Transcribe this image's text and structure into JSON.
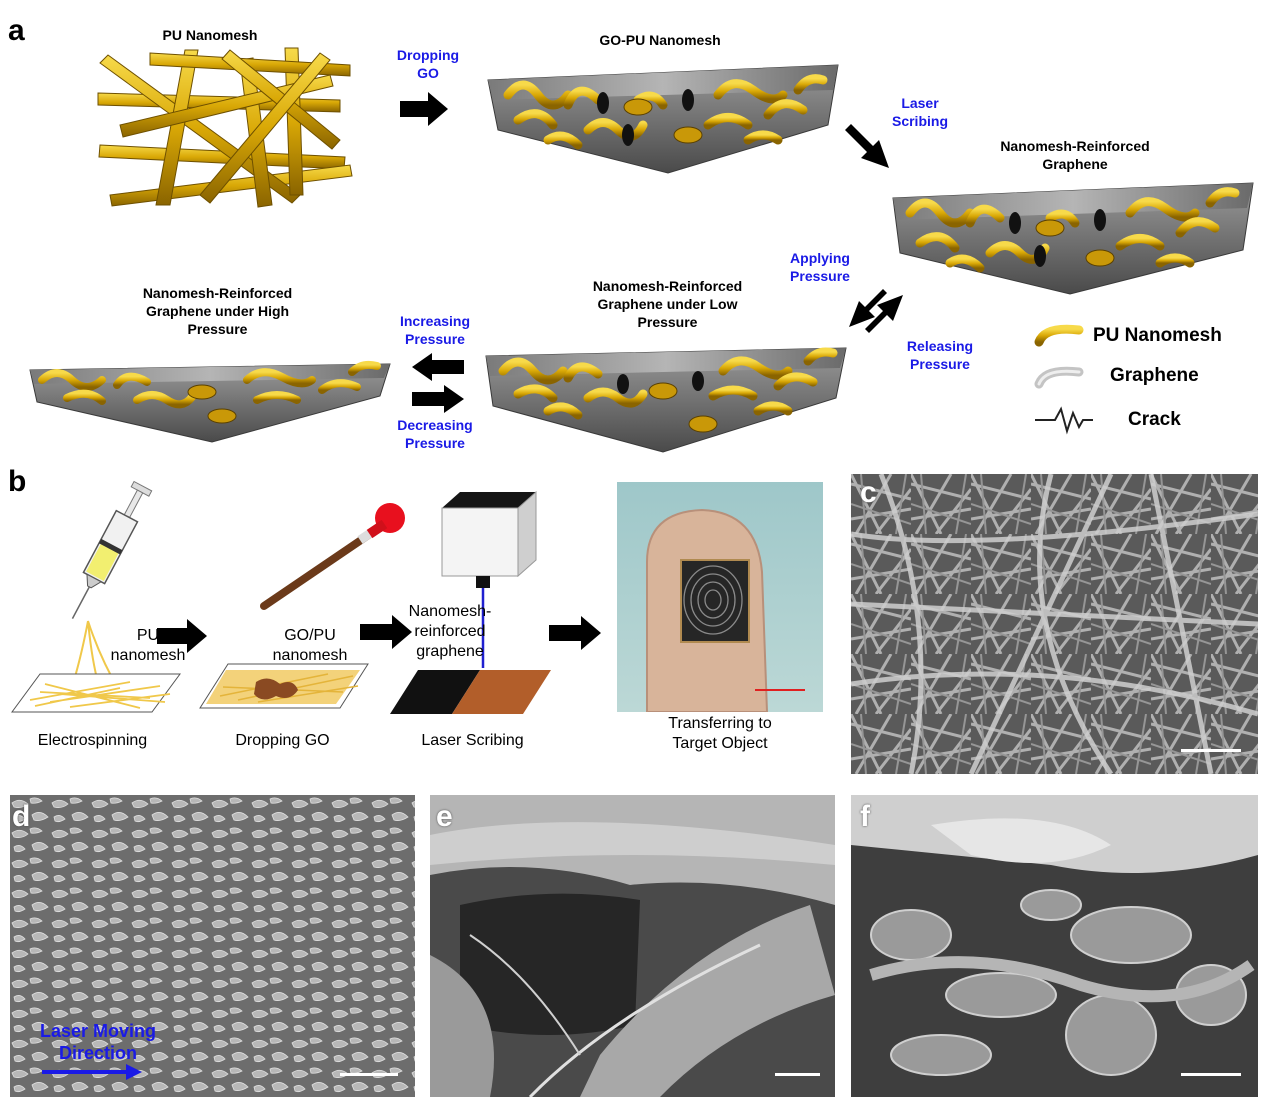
{
  "panel_a": {
    "letter": "a",
    "pu_nanomesh": "PU Nanomesh",
    "dropping_go_1": "Dropping",
    "dropping_go_2": "GO",
    "go_pu_nanomesh": "GO-PU Nanomesh",
    "laser_scribing_1": "Laser",
    "laser_scribing_2": "Scribing",
    "nanomesh_reinforced_1": "Nanomesh-Reinforced",
    "nanomesh_reinforced_2": "Graphene",
    "applying_1": "Applying",
    "applying_2": "Pressure",
    "releasing_1": "Releasing",
    "releasing_2": "Pressure",
    "low_pressure_1": "Nanomesh-Reinforced",
    "low_pressure_2": "Graphene under Low",
    "low_pressure_3": "Pressure",
    "high_pressure_1": "Nanomesh-Reinforced",
    "high_pressure_2": "Graphene under High",
    "high_pressure_3": "Pressure",
    "increasing_1": "Increasing",
    "increasing_2": "Pressure",
    "decreasing_1": "Decreasing",
    "decreasing_2": "Pressure",
    "legend": {
      "pu": "PU Nanomesh",
      "graphene": "Graphene",
      "crack": "Crack"
    }
  },
  "panel_b": {
    "letter": "b",
    "pu_1": "PU",
    "pu_2": "nanomesh",
    "gopu_1": "GO/PU",
    "gopu_2": "nanomesh",
    "nrg_1": "Nanomesh-",
    "nrg_2": "reinforced",
    "nrg_3": "graphene",
    "step_electrospinning": "Electrospinning",
    "step_dropping": "Dropping GO",
    "step_laser": "Laser Scribing",
    "step_transfer_1": "Transferring to",
    "step_transfer_2": "Target Object"
  },
  "panel_c": {
    "letter": "c"
  },
  "panel_d": {
    "letter": "d",
    "laser_1": "Laser Moving",
    "laser_2": "Direction"
  },
  "panel_e": {
    "letter": "e"
  },
  "panel_f": {
    "letter": "f"
  },
  "colors": {
    "pu_gold": "#e0b40a",
    "graphene_gray": "#7d7d7d",
    "label_blue": "#1a1ae6",
    "scale_red": "#e02020"
  }
}
